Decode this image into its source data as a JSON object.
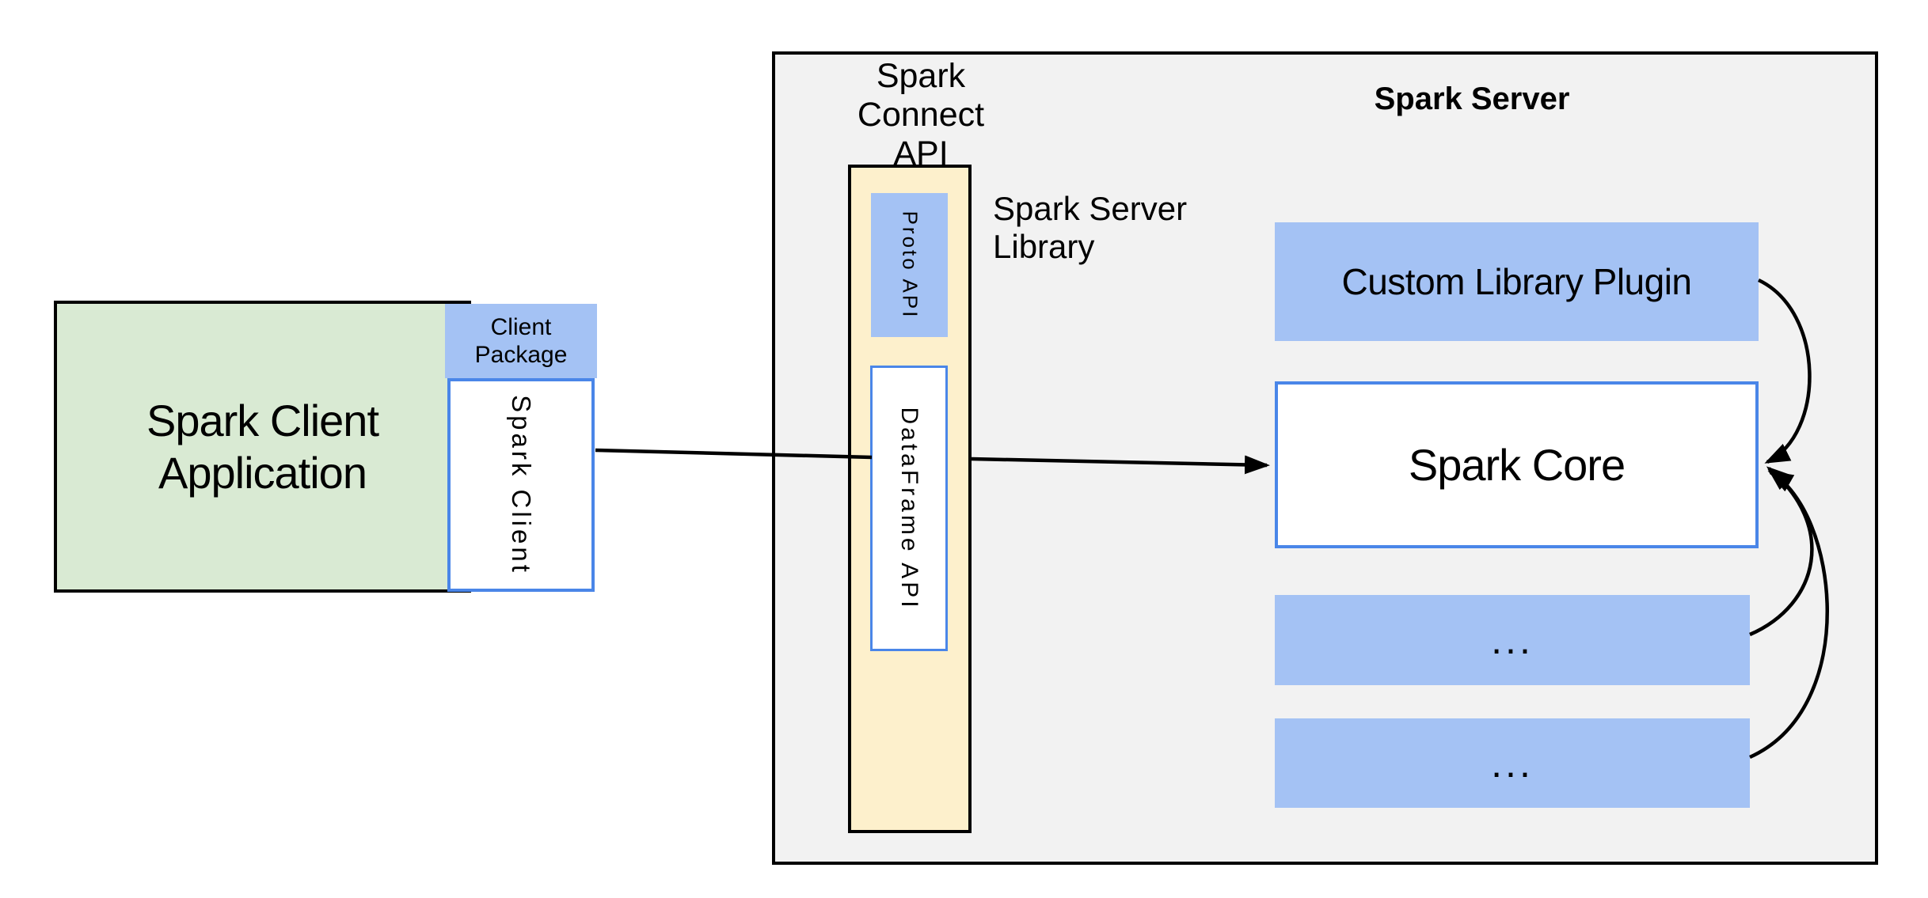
{
  "client": {
    "app_line1": "Spark Client",
    "app_line2": "Application",
    "package_line1": "Client",
    "package_line2": "Package",
    "spark_client": "Spark Client"
  },
  "connect_api": {
    "title_line1": "Spark Connect",
    "title_line2": "API",
    "proto_api": "Proto API",
    "dataframe_api": "DataFrame API",
    "library_line1": "Spark Server",
    "library_line2": "Library"
  },
  "server": {
    "title": "Spark Server",
    "custom_library_plugin": "Custom Library Plugin",
    "spark_core": "Spark Core",
    "plugin_slot_1": "...",
    "plugin_slot_2": "..."
  },
  "colors": {
    "client_app_fill": "#d9ead3",
    "package_fill": "#a4c2f4",
    "accent_border": "#4a86e8",
    "server_library_fill": "#fdf0cc",
    "panel_fill": "#f2f2f2",
    "outline": "#000000",
    "arrow": "#000000"
  }
}
